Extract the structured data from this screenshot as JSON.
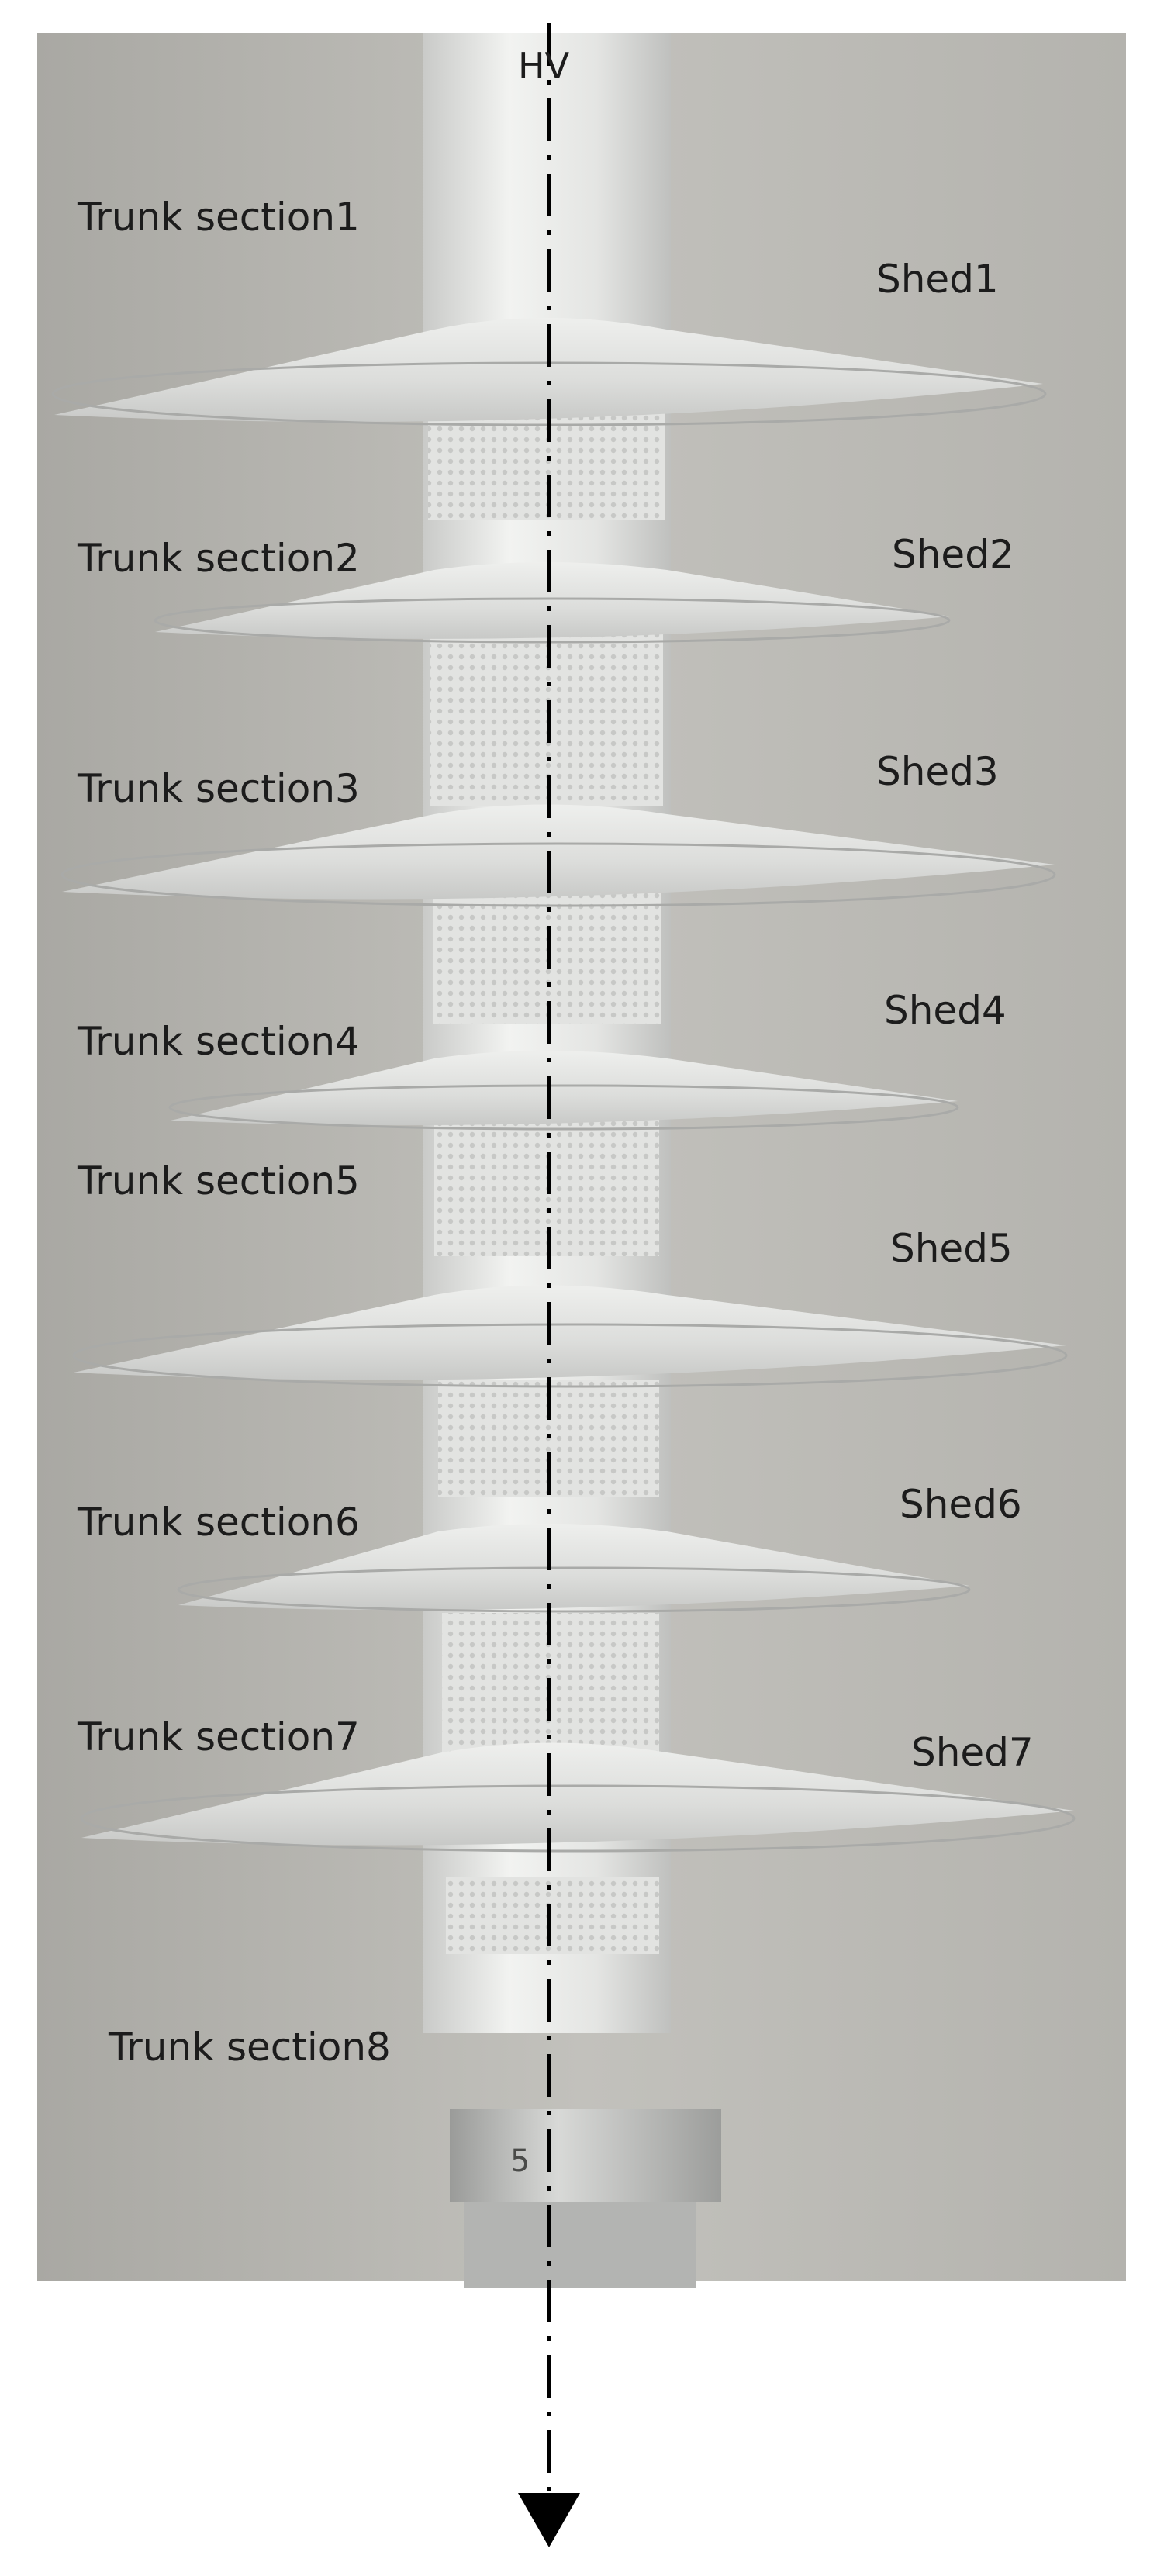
{
  "photo": {
    "background_color": "#b9b7b1",
    "insulator_color": "#e6e7e5",
    "shed_color": "#e3e4e2",
    "axis_color": "#000000"
  },
  "axis": {
    "label": "HV"
  },
  "trunk_sections": [
    {
      "label": "Trunk section1"
    },
    {
      "label": "Trunk section2"
    },
    {
      "label": "Trunk section3"
    },
    {
      "label": "Trunk section4"
    },
    {
      "label": "Trunk section5"
    },
    {
      "label": "Trunk section6"
    },
    {
      "label": "Trunk section7"
    },
    {
      "label": "Trunk section8"
    }
  ],
  "sheds": [
    {
      "label": "Shed1"
    },
    {
      "label": "Shed2"
    },
    {
      "label": "Shed3"
    },
    {
      "label": "Shed4"
    },
    {
      "label": "Shed5"
    },
    {
      "label": "Shed6"
    },
    {
      "label": "Shed7"
    }
  ],
  "base_marking": "5"
}
